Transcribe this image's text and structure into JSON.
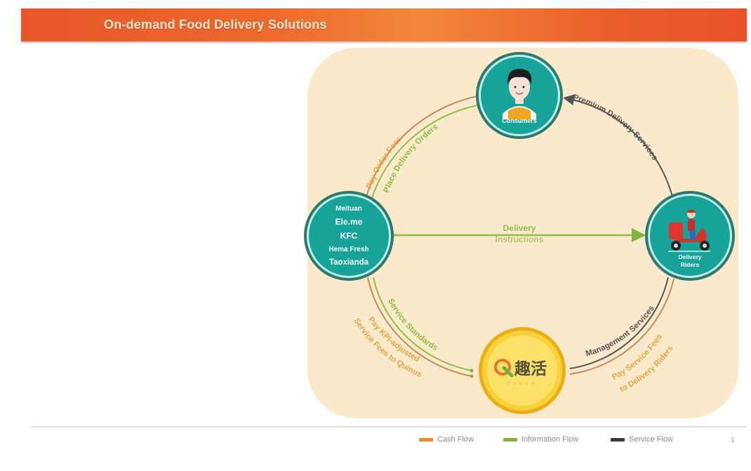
{
  "header": {
    "title": "On-demand Food Delivery Solutions"
  },
  "nodes": {
    "consumers": {
      "label": "Consumers",
      "icon": "person-icon"
    },
    "platforms": {
      "items": [
        "Meituan",
        "Ele.me",
        "KFC",
        "Hema Fresh",
        "Taoxianda"
      ]
    },
    "riders": {
      "label_line1": "Delivery",
      "label_line2": "Riders",
      "icon": "scooter-rider-icon"
    },
    "quinus": {
      "logo_text": "趣活",
      "logo_mark": "Q",
      "logo_subtext": "QUHUO"
    }
  },
  "flows": {
    "pay_order_fees": "Pay Order Fees",
    "place_delivery_orders": "Place Delivery Orders",
    "premium_delivery_services": "Premium Delivery Services",
    "delivery_instructions_line1": "Delivery",
    "delivery_instructions_line2": "Instructions",
    "service_standards": "Service Standards",
    "pay_kpi_line1": "Pay KPI-adjusted",
    "pay_kpi_line2": "Service Fees to Quinus",
    "management_services": "Management Services",
    "pay_service_fees_line1": "Pay Service Fees",
    "pay_service_fees_line2": "to Delivery Riders"
  },
  "legend": [
    {
      "label": "Cash Flow",
      "color": "#e58a3c"
    },
    {
      "label": "Information Flow",
      "color": "#7fb241"
    },
    {
      "label": "Service Flow",
      "color": "#3a3a3a"
    }
  ],
  "colors": {
    "cash": "#e0a048",
    "info": "#8cbf45",
    "service": "#555555",
    "teal": "#17a39a",
    "gold": "#f5c21b"
  },
  "footer": {
    "page_number": "1"
  }
}
